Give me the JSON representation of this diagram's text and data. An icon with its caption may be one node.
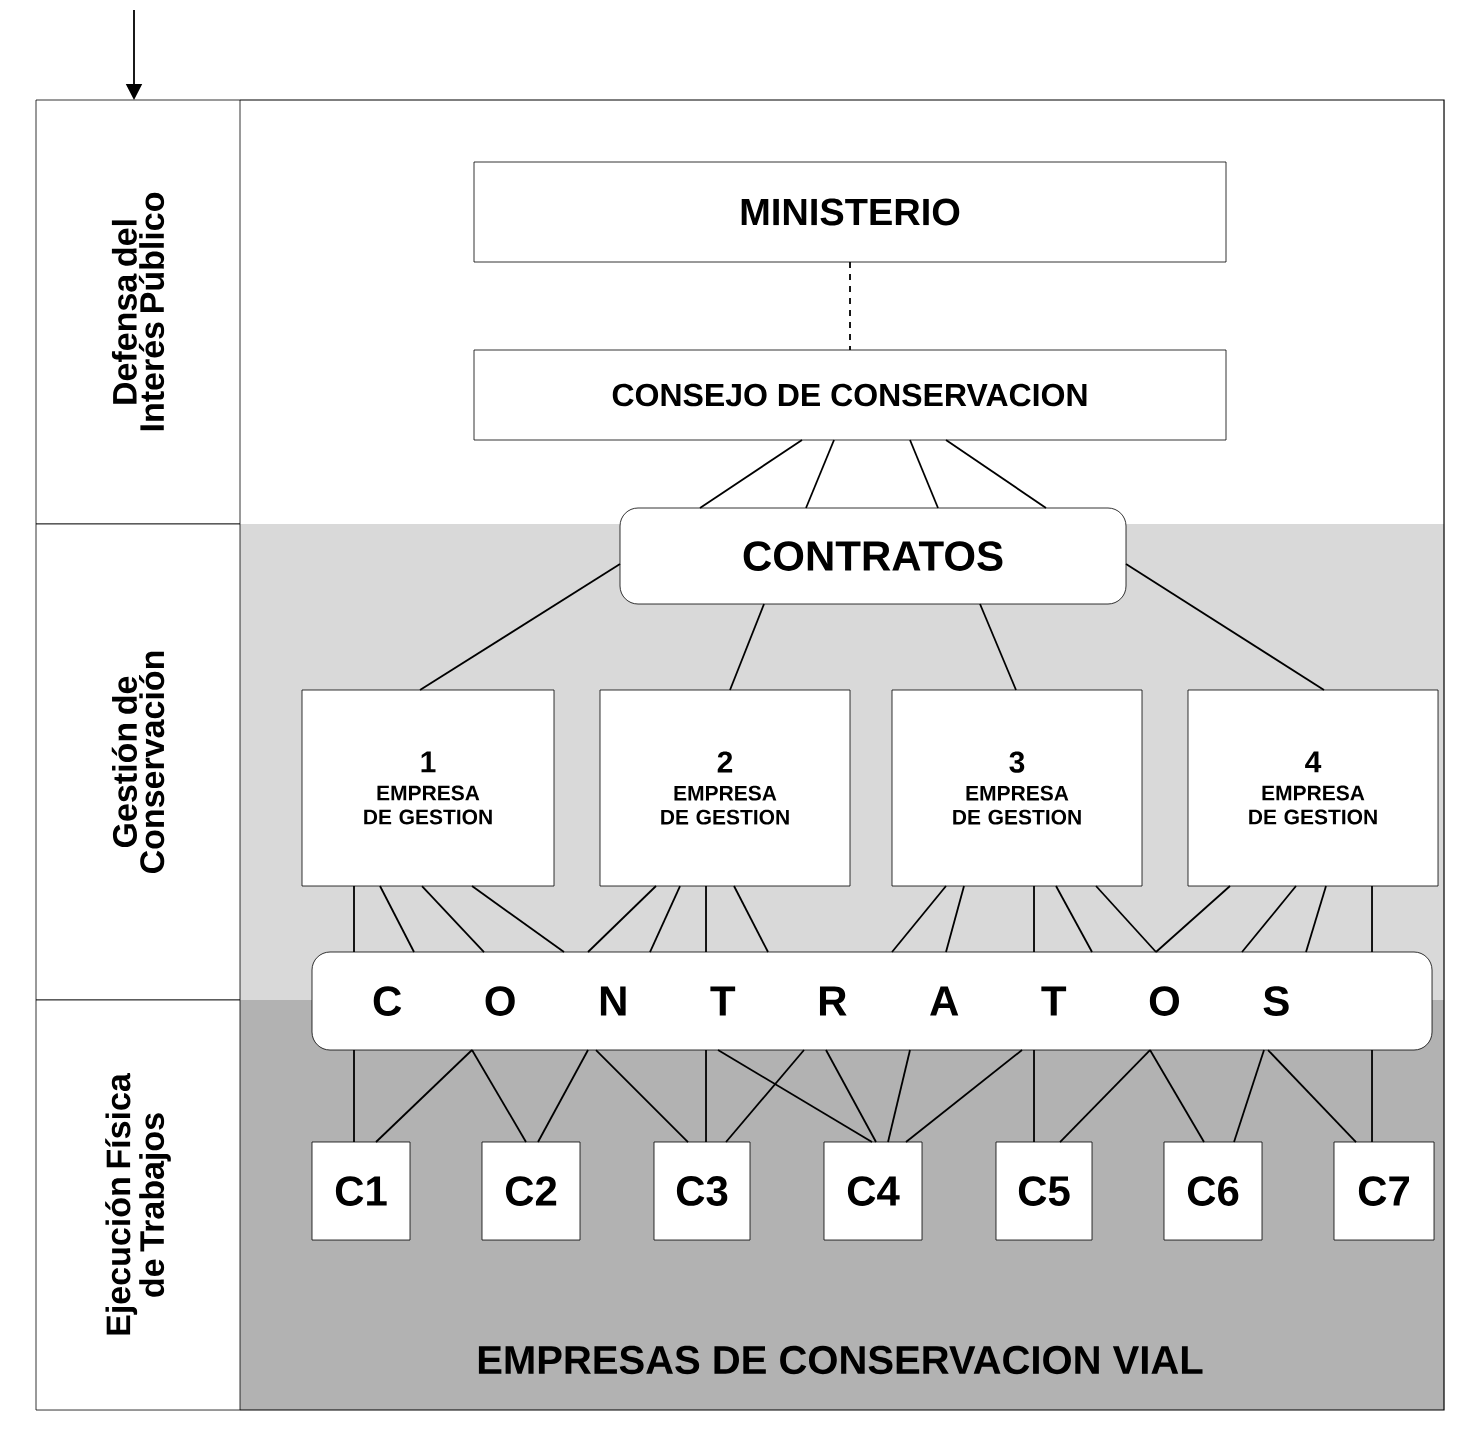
{
  "diagram": {
    "nodes": [
      {
        "text": [
          "Defensa del Interés Público"
        ]
      },
      {
        "text": [
          "Gestión de Conservación"
        ]
      },
      {
        "text": [
          "Ejecución Física de Trabajos"
        ]
      },
      {
        "text": [
          "MINISTERIO"
        ]
      },
      {
        "text": [
          "CONSEJO DE CONSERVACION"
        ]
      },
      {
        "text": [
          "CONTRATOS"
        ]
      },
      {
        "text": [
          "1",
          "EMPRESA DE GESTION"
        ]
      },
      {
        "text": [
          "2",
          "EMPRESA DE GESTION"
        ]
      },
      {
        "text": [
          "3",
          "EMPRESA DE GESTION"
        ]
      },
      {
        "text": [
          "4",
          "EMPRESA DE GESTION"
        ]
      },
      {
        "text": [
          "C O N T R A T O S"
        ]
      },
      {
        "text": [
          "C1"
        ]
      },
      {
        "text": [
          "C2"
        ]
      },
      {
        "text": [
          "C3"
        ]
      },
      {
        "text": [
          "C4"
        ]
      },
      {
        "text": [
          "C5"
        ]
      },
      {
        "text": [
          "C6"
        ]
      },
      {
        "text": [
          "C7"
        ]
      }
    ],
    "edges": [
      {
        "from": null,
        "to": 0,
        "arrow": "to"
      },
      {
        "from": 3,
        "to": 4,
        "arrow": "none",
        "style": "dashed"
      },
      {
        "from": 4,
        "to": 5,
        "arrow": "none"
      },
      {
        "from": 4,
        "to": 5,
        "arrow": "none"
      },
      {
        "from": 4,
        "to": 5,
        "arrow": "none"
      },
      {
        "from": 4,
        "to": 5,
        "arrow": "none"
      },
      {
        "from": 5,
        "to": 6,
        "arrow": "none"
      },
      {
        "from": 5,
        "to": 7,
        "arrow": "none"
      },
      {
        "from": 5,
        "to": 8,
        "arrow": "none"
      },
      {
        "from": 5,
        "to": 9,
        "arrow": "none"
      },
      {
        "from": 6,
        "to": 10,
        "arrow": "none"
      },
      {
        "from": 6,
        "to": 10,
        "arrow": "none"
      },
      {
        "from": 6,
        "to": 10,
        "arrow": "none"
      },
      {
        "from": 6,
        "to": 10,
        "arrow": "none"
      },
      {
        "from": 7,
        "to": 10,
        "arrow": "none"
      },
      {
        "from": 7,
        "to": 10,
        "arrow": "none"
      },
      {
        "from": 7,
        "to": 10,
        "arrow": "none"
      },
      {
        "from": 7,
        "to": 10,
        "arrow": "none"
      },
      {
        "from": 8,
        "to": 10,
        "arrow": "none"
      },
      {
        "from": 8,
        "to": 10,
        "arrow": "none"
      },
      {
        "from": 8,
        "to": 10,
        "arrow": "none"
      },
      {
        "from": 8,
        "to": 10,
        "arrow": "none"
      },
      {
        "from": 8,
        "to": 10,
        "arrow": "none"
      },
      {
        "from": 9,
        "to": 10,
        "arrow": "none"
      },
      {
        "from": 9,
        "to": 10,
        "arrow": "none"
      },
      {
        "from": 9,
        "to": 10,
        "arrow": "none"
      },
      {
        "from": 9,
        "to": 10,
        "arrow": "none"
      },
      {
        "from": 10,
        "to": 11,
        "arrow": "none"
      },
      {
        "from": 10,
        "to": 11,
        "arrow": "none"
      },
      {
        "from": 10,
        "to": 12,
        "arrow": "none"
      },
      {
        "from": 10,
        "to": 12,
        "arrow": "none"
      },
      {
        "from": 10,
        "to": 13,
        "arrow": "none"
      },
      {
        "from": 10,
        "to": 13,
        "arrow": "none"
      },
      {
        "from": 10,
        "to": 13,
        "arrow": "none"
      },
      {
        "from": 10,
        "to": 14,
        "arrow": "none"
      },
      {
        "from": 10,
        "to": 14,
        "arrow": "none"
      },
      {
        "from": 10,
        "to": 14,
        "arrow": "none"
      },
      {
        "from": 10,
        "to": 14,
        "arrow": "none"
      },
      {
        "from": 10,
        "to": 15,
        "arrow": "none"
      },
      {
        "from": 10,
        "to": 15,
        "arrow": "none"
      },
      {
        "from": 10,
        "to": 16,
        "arrow": "none"
      },
      {
        "from": 10,
        "to": 16,
        "arrow": "none"
      },
      {
        "from": 10,
        "to": 17,
        "arrow": "none"
      },
      {
        "from": 10,
        "to": 17,
        "arrow": "none"
      }
    ],
    "labels": [
      "EMPRESAS DE CONSERVACION VIAL"
    ]
  }
}
